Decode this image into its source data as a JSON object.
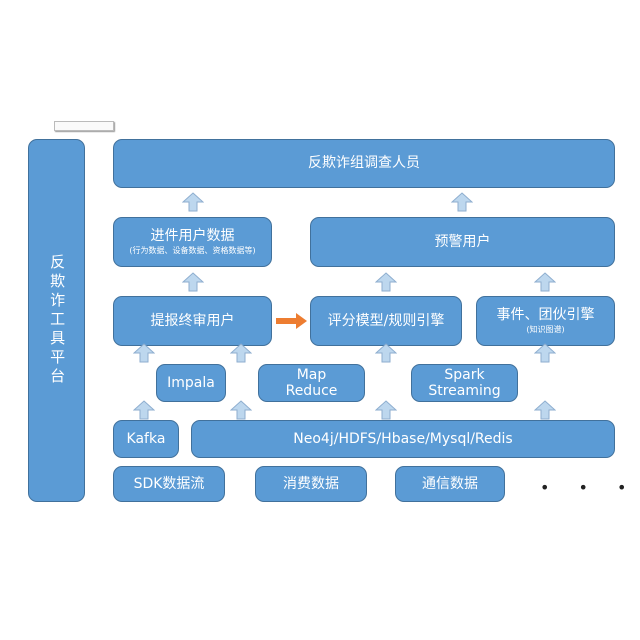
{
  "stamp": "",
  "platform": "反欺诈工具平台",
  "investigators": "反欺诈组调查人员",
  "incoming_data": {
    "title": "进件用户数据",
    "sub": "(行为数据、设备数据、资格数据等)"
  },
  "alert_users": "预警用户",
  "review_users": "提报终审用户",
  "scoring": "评分模型/规则引擎",
  "event_engine": {
    "title": "事件、团伙引擎",
    "sub": "(知识图谱)"
  },
  "impala": "Impala",
  "mapreduce": [
    "Map",
    "Reduce"
  ],
  "spark": [
    "Spark",
    "Streaming"
  ],
  "kafka": "Kafka",
  "storage": "Neo4j/HDFS/Hbase/Mysql/Redis",
  "sources": [
    "SDK数据流",
    "消费数据",
    "通信数据"
  ],
  "more": "• • •",
  "colors": {
    "box": "#5b9bd5",
    "border": "#41719c",
    "arrow_orange": "#ed7d31",
    "arrow_light": "#bdd7ee"
  }
}
